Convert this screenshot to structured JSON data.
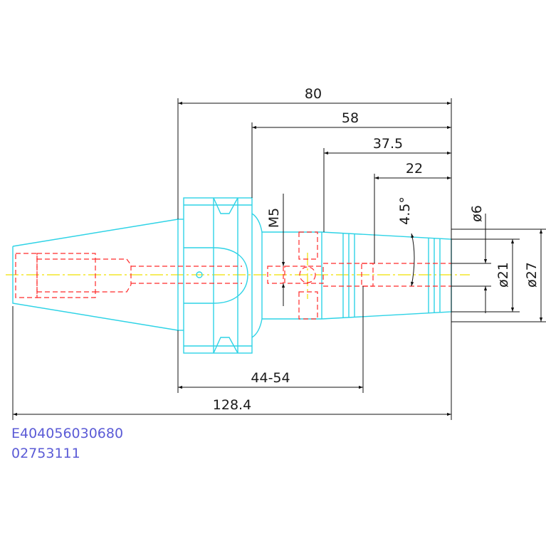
{
  "drawing": {
    "dimensions": {
      "overall_80": "80",
      "length_58": "58",
      "length_37_5": "37.5",
      "length_22": "22",
      "thread_m5": "M5",
      "taper_angle": "4.5°",
      "dia_6": "ø6",
      "dia_21": "ø21",
      "dia_27": "ø27",
      "range_44_54": "44-54",
      "total_128_4": "128.4"
    },
    "part_code": "E404056030680",
    "part_number": "02753111"
  },
  "colors": {
    "outline": "#2fd3e6",
    "hidden": "#ff2a2a",
    "centerline": "#f0e000",
    "dimension": "#111111",
    "code_text": "#5b5bd6"
  }
}
